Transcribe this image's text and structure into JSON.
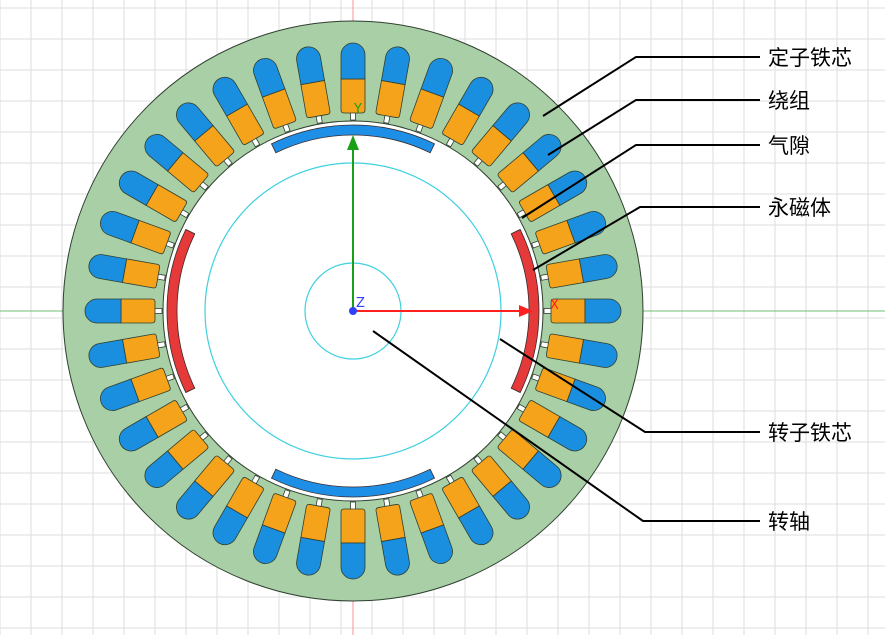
{
  "labels": {
    "stator_core": "定子铁芯",
    "winding": "绕组",
    "air_gap": "气隙",
    "magnet": "永磁体",
    "rotor_core": "转子铁芯",
    "shaft": "转轴"
  },
  "axes": {
    "x": "X",
    "y": "Y",
    "z": "Z"
  },
  "slot_count": 36,
  "magnet_count": 4,
  "colors": {
    "stator": "#a9cfa6",
    "stator_edge": "#2f3f2f",
    "winding_blue": "#1a8fe0",
    "winding_orange": "#f5a31a",
    "magnet_red": "#e63a3a",
    "magnet_blue": "#1e8fe6",
    "rotor_outline": "#3fd0e0",
    "x_axis": "#ff2020",
    "y_axis": "#19a019",
    "z_axis": "#3040ff",
    "grid": "#dedede",
    "center_line_h": "#70c070",
    "center_line_v": "#ff9090"
  }
}
